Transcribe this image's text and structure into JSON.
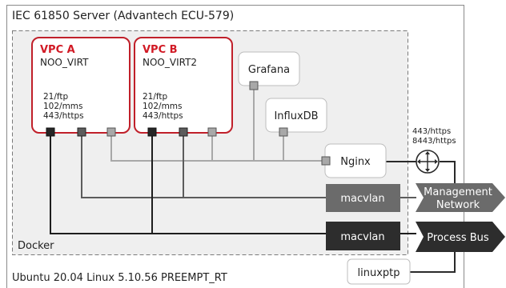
{
  "server": {
    "title": "IEC 61850 Server (Advantech ECU-579)"
  },
  "os": {
    "label": "Ubuntu 20.04 Linux 5.10.56 PREEMPT_RT"
  },
  "docker": {
    "label": "Docker"
  },
  "vpc_a": {
    "title": "VPC A",
    "subtitle": "NOO_VIRT",
    "ports": [
      "21/ftp",
      "102/mms",
      "443/https"
    ]
  },
  "vpc_b": {
    "title": "VPC B",
    "subtitle": "NOO_VIRT2",
    "ports": [
      "21/ftp",
      "102/mms",
      "443/https"
    ]
  },
  "grafana": {
    "label": "Grafana"
  },
  "influxdb": {
    "label": "InfluxDB"
  },
  "nginx": {
    "label": "Nginx",
    "ports": [
      "443/https",
      "8443/https"
    ]
  },
  "macvlan_mgmt": {
    "label": "macvlan"
  },
  "macvlan_proc": {
    "label": "macvlan"
  },
  "management_network": {
    "lines": [
      "Management",
      "Network"
    ]
  },
  "process_bus": {
    "label": "Process Bus"
  },
  "linuxptp": {
    "label": "linuxptp"
  },
  "colors": {
    "vpc_border": "#c0202a",
    "vpc_title": "#d11a25",
    "mgmt_box": "#6b6b6b",
    "proc_box": "#2d2d2d",
    "docker_bg": "#efefef",
    "port_light": "#a8a8a8",
    "port_mid": "#5c5c5c",
    "port_dark": "#262626"
  }
}
